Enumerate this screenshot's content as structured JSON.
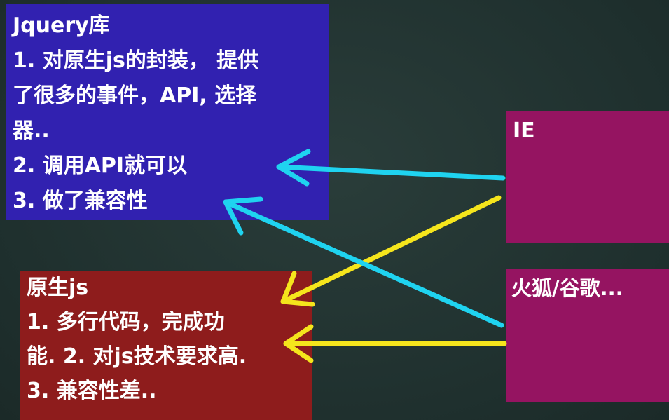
{
  "jquery": {
    "title": "Jquery库",
    "lines": [
      "1. 对原生js的封装， 提供",
      "了很多的事件，API, 选择",
      "器..",
      "2. 调用API就可以",
      "3. 做了兼容性"
    ]
  },
  "native": {
    "title": "原生js",
    "lines": [
      "1. 多行代码，完成功",
      "能. 2. 对js技术要求高.",
      "3. 兼容性差.."
    ]
  },
  "ie": {
    "label": "IE"
  },
  "firefox_chrome": {
    "label": "火狐/谷歌..."
  },
  "colors": {
    "background": "#203230",
    "jquery_box": "#3121b0",
    "native_box": "#8e1c1c",
    "browser_box": "#951461",
    "cyan_arrow": "#1fd3f0",
    "yellow_arrow": "#f5e51c"
  }
}
